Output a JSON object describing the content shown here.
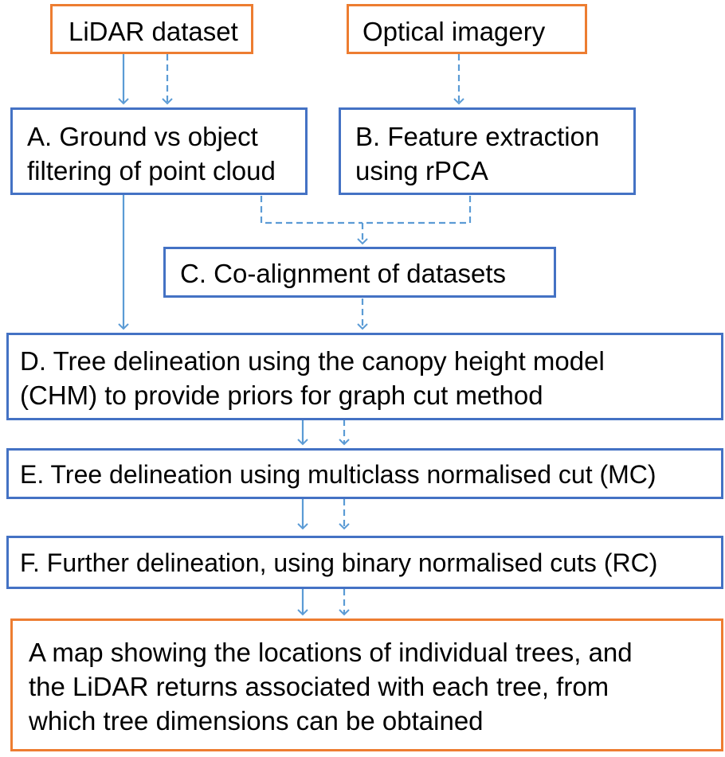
{
  "colors": {
    "input_border": "#ED7D31",
    "process_border": "#4472C4",
    "arrow": "#5B9BD5"
  },
  "nodes": {
    "lidar": {
      "lines": [
        "LiDAR dataset"
      ]
    },
    "optical": {
      "lines": [
        "Optical imagery"
      ]
    },
    "a": {
      "lines": [
        "A. Ground vs object",
        "filtering of point cloud"
      ]
    },
    "b": {
      "lines": [
        "B. Feature extraction",
        "using rPCA"
      ]
    },
    "c": {
      "lines": [
        "C. Co-alignment of datasets"
      ]
    },
    "d": {
      "lines": [
        "D. Tree delineation using the canopy height model",
        "(CHM) to provide priors for graph cut method"
      ]
    },
    "e": {
      "lines": [
        "E. Tree delineation using  multiclass normalised cut (MC)"
      ]
    },
    "f": {
      "lines": [
        "F. Further delineation, using binary normalised cuts (RC)"
      ]
    },
    "output": {
      "lines": [
        "A map showing the locations of individual trees,  and",
        "the LiDAR returns associated with each tree,  from",
        "which tree dimensions can be obtained"
      ]
    }
  },
  "edges": [
    {
      "from": "lidar",
      "to": "a",
      "style": "solid"
    },
    {
      "from": "lidar",
      "to": "a",
      "style": "dashed"
    },
    {
      "from": "optical",
      "to": "b",
      "style": "dashed"
    },
    {
      "from": "a",
      "to": "c",
      "style": "dashed"
    },
    {
      "from": "b",
      "to": "c",
      "style": "dashed"
    },
    {
      "from": "a",
      "to": "d",
      "style": "solid"
    },
    {
      "from": "c",
      "to": "d",
      "style": "dashed"
    },
    {
      "from": "d",
      "to": "e",
      "style": "solid"
    },
    {
      "from": "d",
      "to": "e",
      "style": "dashed"
    },
    {
      "from": "e",
      "to": "f",
      "style": "solid"
    },
    {
      "from": "e",
      "to": "f",
      "style": "dashed"
    },
    {
      "from": "f",
      "to": "output",
      "style": "solid"
    },
    {
      "from": "f",
      "to": "output",
      "style": "dashed"
    }
  ]
}
